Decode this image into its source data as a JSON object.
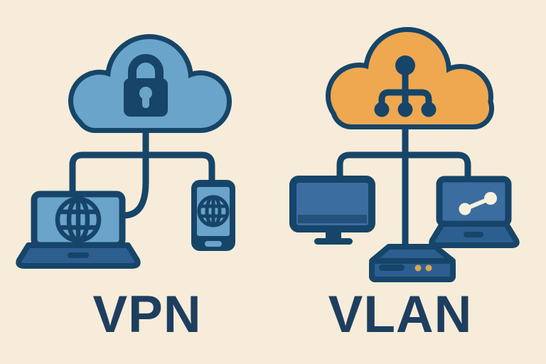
{
  "title": "VPN vs VLAN network diagram",
  "colors": {
    "bg": "#f7ecd9",
    "ink": "#164569",
    "label-ink": "#1d3e5f",
    "cloud-blue": "#6ba4ca",
    "cloud-orange": "#efa84f",
    "screen-blue": "#3b6da1",
    "device-blue": "#2c5f90",
    "chin-blue": "#24527c",
    "cream": "#f7f0dd",
    "dot-yellow": "#dca64e"
  },
  "panels": [
    {
      "id": "vpn",
      "label": "VPN",
      "cloud": {
        "fill": "#6ba4ca",
        "icon": "padlock-icon"
      },
      "devices": [
        {
          "name": "laptop",
          "screen_icon": "globe-icon"
        },
        {
          "name": "smartphone",
          "screen_icon": "globe-icon"
        }
      ]
    },
    {
      "id": "vlan",
      "label": "VLAN",
      "cloud": {
        "fill": "#efa84f",
        "icon": "network-tree-icon"
      },
      "devices": [
        {
          "name": "desktop-monitor"
        },
        {
          "name": "laptop",
          "screen_icon": "share-icon"
        },
        {
          "name": "network-switch",
          "leds": 2
        }
      ]
    }
  ]
}
